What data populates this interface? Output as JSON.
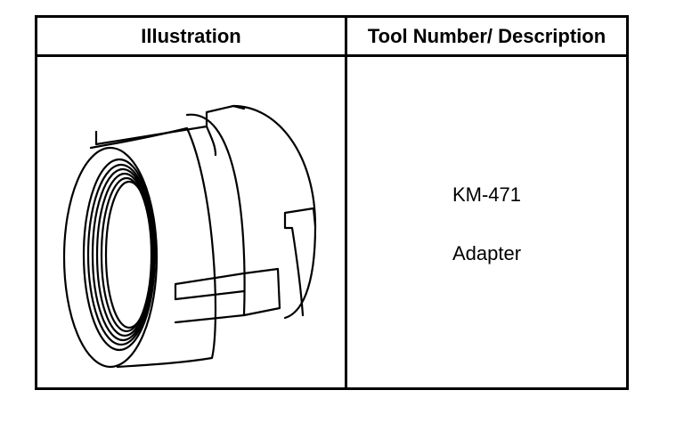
{
  "table": {
    "header": {
      "illustration": "Illustration",
      "description": "Tool Number/ Description"
    },
    "row": {
      "tool_number": "KM-471",
      "tool_name": "Adapter",
      "illustration_icon": "threaded-adapter-icon"
    }
  },
  "colors": {
    "line": "#000000",
    "background": "#ffffff"
  }
}
